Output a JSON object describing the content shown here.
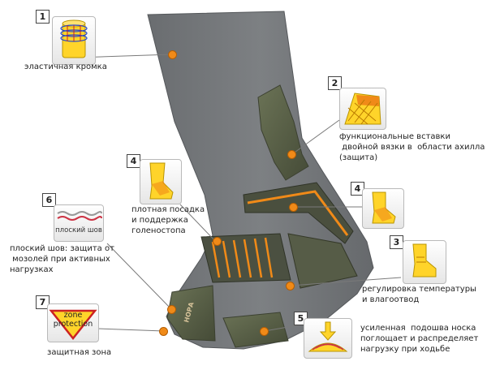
{
  "callouts": [
    {
      "number": "1",
      "label": "эластичная кромка"
    },
    {
      "number": "2",
      "label": "функциональные вставки\n двойной вязки в  области ахилла\n(защита)"
    },
    {
      "number": "4",
      "label": "плотная посадка\nи поддержка\nголеностопа"
    },
    {
      "number": "4",
      "label": ""
    },
    {
      "number": "6",
      "label": "плоский шов: защита от\n мозолей при активных\nнагрузках"
    },
    {
      "number": "3",
      "label": "регулировка температуры\nи влагоотвод"
    },
    {
      "number": "7",
      "label": "защитная зона"
    },
    {
      "number": "5",
      "label": "усиленная  подошва носка\nпоглощает и распределяет\nнагрузку при ходьбе"
    }
  ],
  "icon_text": {
    "seam": "плоский шов",
    "zone_line1": "zone",
    "zone_line2": "protection"
  },
  "sock_brand": "НОРА",
  "colors": {
    "sock_gray": "#75787a",
    "olive": "#5a6248",
    "orange": "#f08a18",
    "yellow": "#ffd42a"
  }
}
